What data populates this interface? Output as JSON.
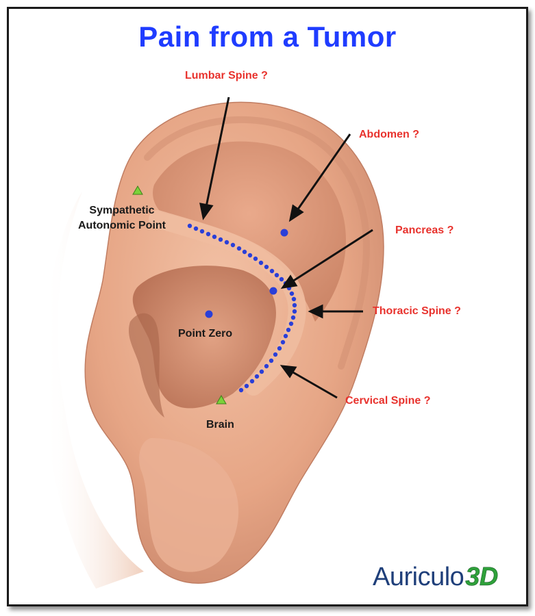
{
  "title": "Pain from a Tumor",
  "colors": {
    "title": "#1f3cff",
    "label_red": "#e8322d",
    "label_black": "#1a1a1a",
    "dot_blue": "#2a3fd8",
    "triangle_green": "#7bd23a",
    "logo_blue": "#1f3f7a",
    "logo_green": "#2fa13a"
  },
  "labels": {
    "lumbar_spine": "Lumbar Spine ?",
    "abdomen": "Abdomen ?",
    "pancreas": "Pancreas ?",
    "thoracic_spine": "Thoracic Spine ?",
    "cervical_spine": "Cervical Spine ?",
    "sympathetic_line1": "Sympathetic",
    "sympathetic_line2": "Autonomic Point",
    "point_zero": "Point Zero",
    "brain": "Brain"
  },
  "logo": {
    "text": "Auriculo",
    "suffix": "3D"
  }
}
